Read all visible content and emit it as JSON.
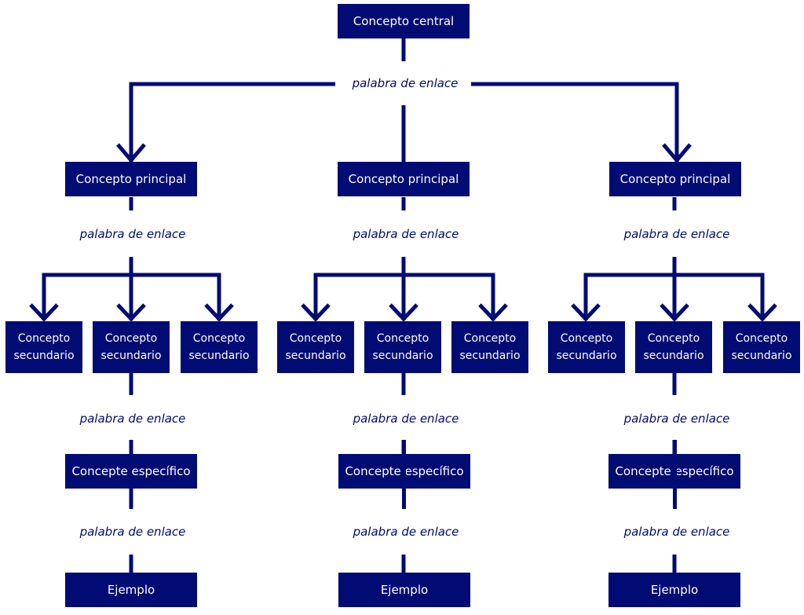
{
  "colors": {
    "node": "#000b73",
    "text_on_node": "#ffffff",
    "link_text": "#000b73",
    "background": "#ffffff"
  },
  "central": {
    "label": "Concepto central"
  },
  "top_link": "palabra de enlace",
  "branches": [
    {
      "principal": "Concepto principal",
      "link_1": "palabra de enlace",
      "secondary": [
        "Concepto\nsecundario",
        "Concepto\nsecundario",
        "Concepto\nsecundario"
      ],
      "link_2": "palabra de enlace",
      "specific": "Concepte específico",
      "link_3": "palabra de enlace",
      "example": "Ejemplo"
    },
    {
      "principal": "Concepto principal",
      "link_1": "palabra de enlace",
      "secondary": [
        "Concepto\nsecundario",
        "Concepto\nsecundario",
        "Concepto\nsecundario"
      ],
      "link_2": "palabra de enlace",
      "specific": "Concepte específico",
      "link_3": "palabra de enlace",
      "example": "Ejemplo"
    },
    {
      "principal": "Concepto principal",
      "link_1": "palabra de enlace",
      "secondary": [
        "Concepto\nsecundario",
        "Concepto\nsecundario",
        "Concepto\nsecundario"
      ],
      "link_2": "palabra de enlace",
      "specific": "Concepte específico",
      "link_3": "palabra de enlace",
      "example": "Ejemplo"
    }
  ]
}
